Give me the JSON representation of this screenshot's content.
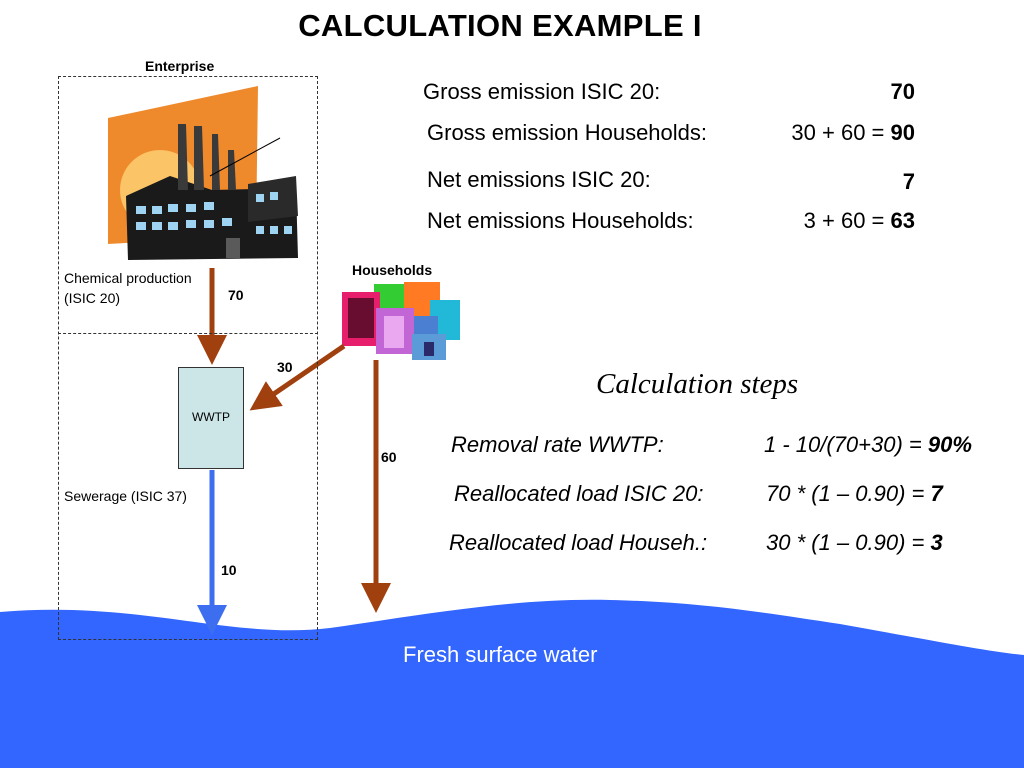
{
  "title": "CALCULATION EXAMPLE I",
  "enterprise": {
    "label": "Enterprise",
    "chemical_label_line1": "Chemical production",
    "chemical_label_line2": "(ISIC 20)",
    "sewerage_label": "Sewerage (ISIC 37)",
    "wwtp_label": "WWTP"
  },
  "households": {
    "label": "Households"
  },
  "flows": {
    "factory_to_wwtp": "70",
    "households_to_wwtp": "30",
    "households_to_water": "60",
    "wwtp_to_water": "10"
  },
  "emissions": [
    {
      "label": "Gross emission ISIC 20:",
      "expr": "",
      "value": "70"
    },
    {
      "label": "Gross emission Households:",
      "expr": "30 + 60 = ",
      "value": "90"
    },
    {
      "label": "Net emissions ISIC 20:",
      "expr": "",
      "value": "7"
    },
    {
      "label": "Net emissions Households:",
      "expr": "3 + 60 = ",
      "value": "63"
    }
  ],
  "calculation": {
    "title": "Calculation steps",
    "steps": [
      {
        "label": "Removal rate WWTP:",
        "expr": "1 - 10/(70+30) = ",
        "result": "90%"
      },
      {
        "label": "Reallocated load ISIC 20:",
        "expr": "70 * (1 – 0.90) = ",
        "result": "7"
      },
      {
        "label": "Reallocated load Househ.:",
        "expr": "30 * (1 – 0.90) = ",
        "result": "3"
      }
    ]
  },
  "water": {
    "label": "Fresh surface water",
    "color": "#3366ff"
  },
  "colors": {
    "flow_brown": "#a0400f",
    "flow_blue": "#3d6ef0",
    "wwtp_fill": "#cce6e8"
  },
  "icons": {
    "factory": "factory-icon",
    "households": "buildings-icon"
  }
}
